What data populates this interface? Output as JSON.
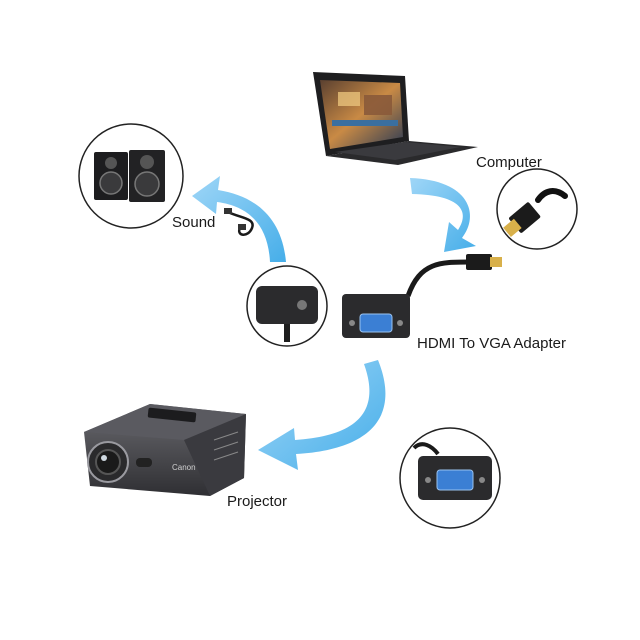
{
  "labels": {
    "computer": "Computer",
    "sound": "Sound",
    "adapter": "HDMI To VGA Adapter",
    "projector": "Projector"
  },
  "colors": {
    "arrow": "#5bb8ef",
    "device_dark": "#2b2b2b",
    "vga_blue": "#3b7fd4",
    "hdmi_gold": "#d8b04a",
    "background": "#ffffff"
  },
  "icons": [
    "laptop-icon",
    "speakers-icon",
    "audio-cable-icon",
    "hdmi-connector-icon",
    "vga-adapter-icon",
    "projector-icon",
    "flow-arrow-icon"
  ]
}
